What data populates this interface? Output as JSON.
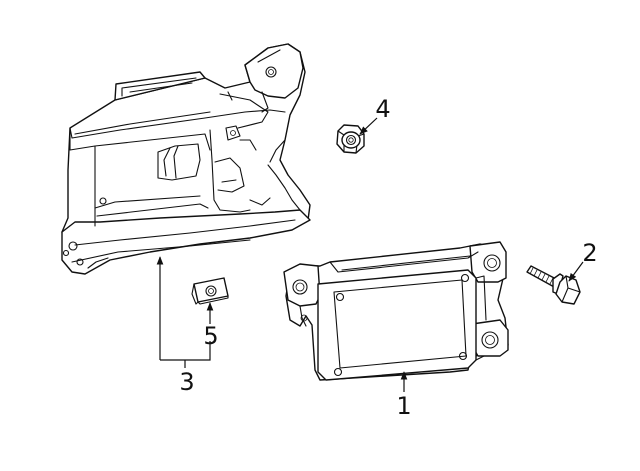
{
  "callouts": [
    {
      "id": "radar-sensor",
      "label": "1"
    },
    {
      "id": "bolt",
      "label": "2"
    },
    {
      "id": "bracket-assembly",
      "label": "3"
    },
    {
      "id": "nut",
      "label": "4"
    },
    {
      "id": "retainer-nut",
      "label": "5"
    }
  ]
}
